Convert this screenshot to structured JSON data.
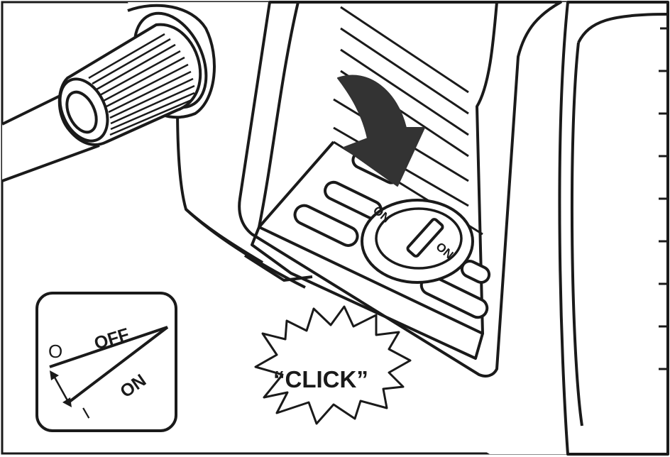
{
  "switch_dial": {
    "on_top": "ON",
    "on_side": "ON"
  },
  "inset": {
    "off_symbol": "O",
    "on_symbol": "I",
    "off_label": "OFF",
    "on_label": "ON"
  },
  "callout": {
    "text": "“CLICK”"
  },
  "colors": {
    "line": "#1a1a1a",
    "fill": "#ffffff",
    "arrow": "#333333"
  }
}
